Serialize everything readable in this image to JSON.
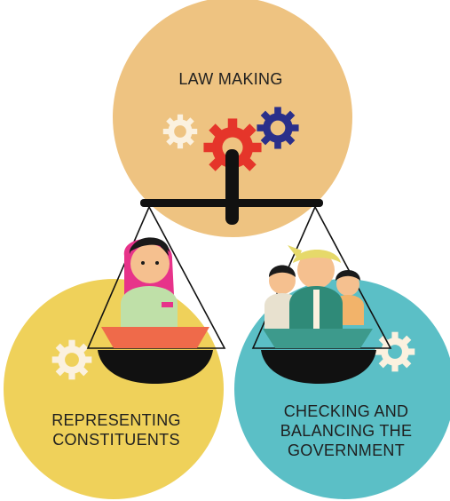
{
  "roles": {
    "law_making": "LAW MAKING",
    "representing": "REPRESENTING\nCONSTITUENTS",
    "checking": "CHECKING AND\nBALANCING THE\nGOVERNMENT"
  },
  "colors": {
    "law_circle": "#eec381",
    "rep_circle": "#efd15a",
    "check_circle": "#5bbfc6",
    "scale": "#111111",
    "gear_red": "#e5352a",
    "gear_blue": "#2a2f8a",
    "gear_cream": "#fbf1df",
    "skin": "#f5c08f",
    "hair": "#1a1a1a",
    "pink": "#e7338a",
    "green_shirt": "#bfe0a8",
    "orange_pan": "#ef6a4a",
    "teal_pan": "#3d9a8c",
    "teal_shirt": "#2f8a78",
    "yellow_cap": "#e6d96a"
  },
  "icons": [
    "gear-icon",
    "balance-scale-icon",
    "person-icon",
    "family-icon"
  ]
}
